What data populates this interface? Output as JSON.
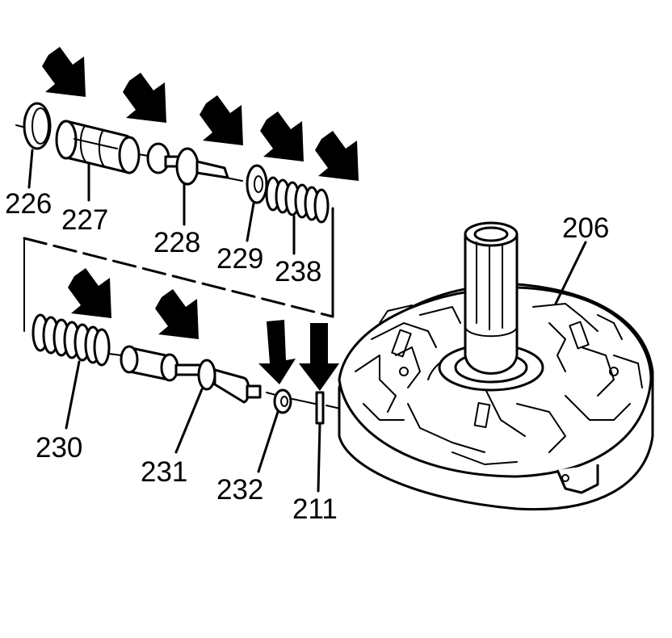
{
  "callouts": {
    "c226": "226",
    "c227": "227",
    "c228": "228",
    "c229": "229",
    "c238": "238",
    "c206": "206",
    "c230": "230",
    "c231": "231",
    "c232": "232",
    "c211": "211"
  },
  "colors": {
    "ink": "#000000",
    "paper": "#ffffff"
  },
  "icons": {
    "indicator": "arrow-icon"
  }
}
